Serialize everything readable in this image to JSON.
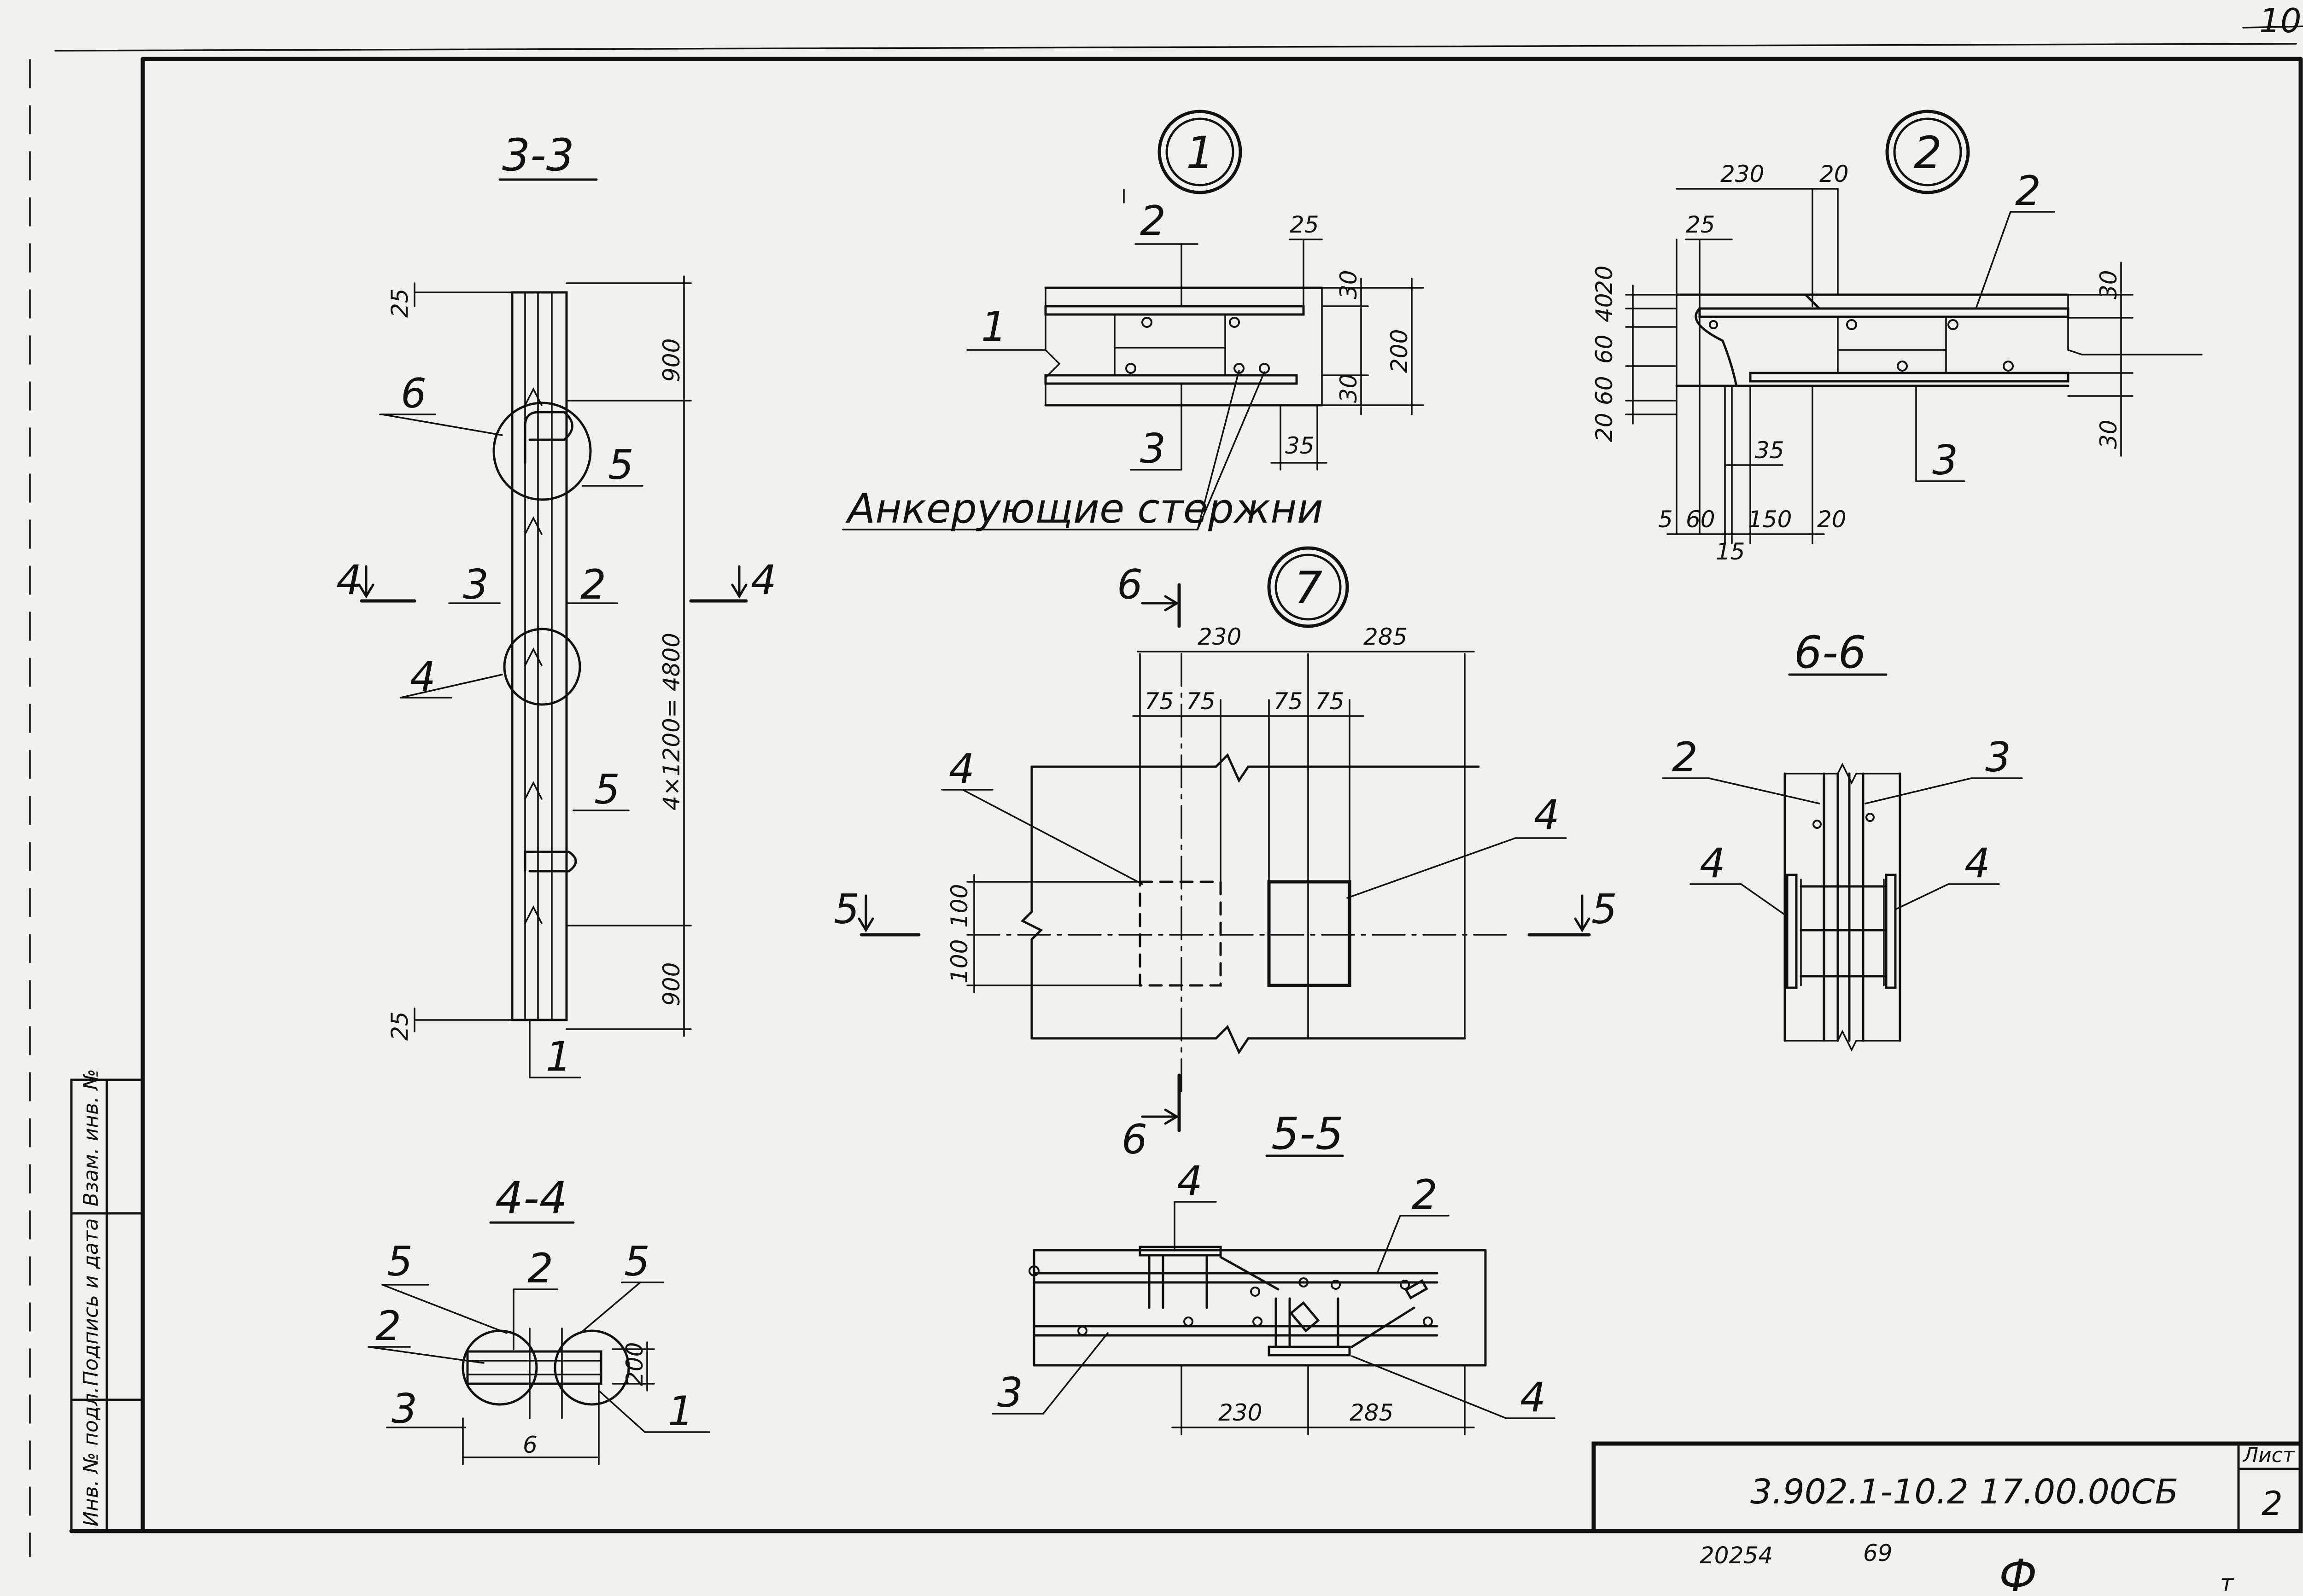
{
  "sections": {
    "s33": {
      "title": "3-3",
      "m6": "6",
      "m5a": "5",
      "m3": "3",
      "m2": "2",
      "m4": "4",
      "m5b": "5",
      "m1": "1",
      "cut": "4",
      "d25t": "25",
      "d900t": "900",
      "d4800": "4×1200= 4800",
      "d900b": "900",
      "d25b": "25"
    },
    "s44": {
      "title": "4-4",
      "m5l": "5",
      "m2t": "2",
      "m5r": "5",
      "m2l": "2",
      "m3": "3",
      "m1": "1",
      "d200": "200",
      "d6": "6"
    },
    "n1": {
      "num": "1",
      "m2": "2",
      "m1": "1",
      "m3": "3",
      "d25": "25",
      "d30t": "30",
      "d200": "200",
      "d30b": "30",
      "d35": "35",
      "anchor": "Анкерующие стержни"
    },
    "n2": {
      "num": "2",
      "m2": "2",
      "m3": "3",
      "d230": "230",
      "d20t": "20",
      "d25": "25",
      "dl1": "20",
      "dl2": "40",
      "dl3": "60",
      "dl4": "60",
      "dl5": "20",
      "d30t": "30",
      "d30b": "30",
      "d35": "35",
      "b5": "5",
      "b60": "60",
      "b150": "150",
      "b20": "20",
      "b15": "15"
    },
    "n7": {
      "num": "7",
      "cut6": "6",
      "cut5": "5",
      "d230": "230",
      "d285": "285",
      "d75a": "75",
      "d75b": "75",
      "d75c": "75",
      "d75d": "75",
      "d100a": "100",
      "d100b": "100",
      "m4l": "4",
      "m4r": "4"
    },
    "s66": {
      "title": "6-6",
      "m2": "2",
      "m3": "3",
      "m4l": "4",
      "m4r": "4"
    },
    "s55": {
      "title": "5-5",
      "m4t": "4",
      "m2": "2",
      "m3": "3",
      "m4b": "4",
      "d230": "230",
      "d285": "285"
    }
  },
  "side_stamp": {
    "col1": "Инв. № подл.",
    "col2": "Подпись и дата",
    "col3": "Взам. инв. №"
  },
  "title_block": {
    "designation": "3.902.1-10.2 17.00.00СБ",
    "sheet_label": "Лист",
    "sheet_no": "2"
  },
  "bottom": {
    "code": "20254",
    "num": "69",
    "format": "Ф",
    "corner": "10",
    "fmt2": "т"
  }
}
